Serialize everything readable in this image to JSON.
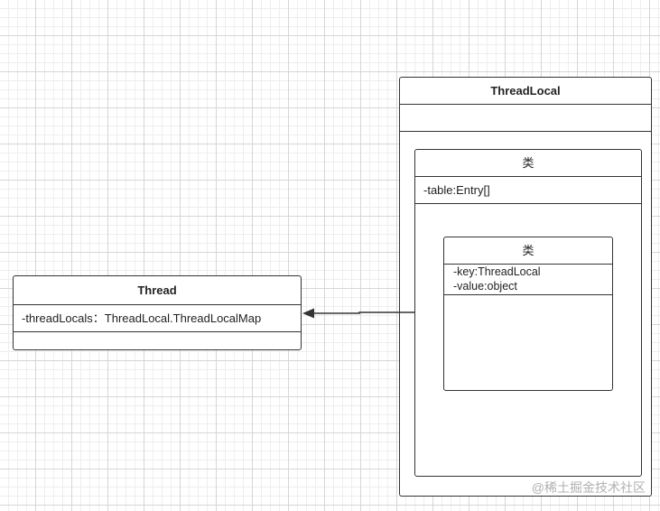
{
  "thread_class": {
    "name": "Thread",
    "attributes": [
      "-threadLocals：ThreadLocal.ThreadLocalMap"
    ]
  },
  "threadlocal_class": {
    "name": "ThreadLocal",
    "map_class": {
      "name": "类",
      "attributes": [
        "-table:Entry[]"
      ],
      "entry_class": {
        "name": "类",
        "attributes": [
          "-key:ThreadLocal",
          "-value:object"
        ]
      }
    }
  },
  "watermark": "@稀土掘金技术社区",
  "colors": {
    "stroke": "#333333",
    "background": "#ffffff",
    "watermark": "#b0b0b0"
  }
}
